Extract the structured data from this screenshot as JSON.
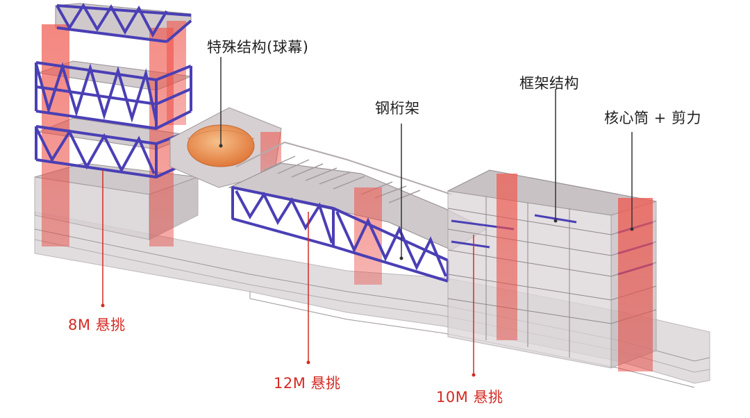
{
  "labels": {
    "special_structure": "特殊结构(球幕)",
    "steel_truss": "钢桁架",
    "frame_structure": "框架结构",
    "core_shear": "核心筒 + 剪力",
    "cantilever_8m": "8M 悬挑",
    "cantilever_12m": "12M 悬挑",
    "cantilever_10m": "10M 悬挑"
  },
  "colors": {
    "truss_blue": "#4a3fb5",
    "core_red": "#e8413a",
    "dome_orange": "#e9914a",
    "slab_grey": "#c9c3c6",
    "label_red": "#d42a22",
    "label_dark": "#1f1f1f"
  }
}
